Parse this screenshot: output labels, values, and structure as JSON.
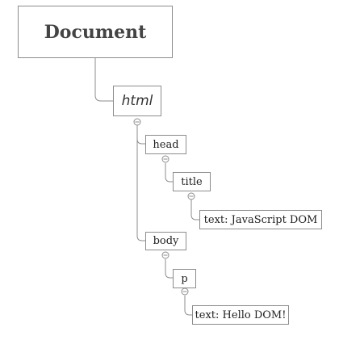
{
  "tree": {
    "root": "Document",
    "html": "html",
    "head": "head",
    "title": "title",
    "title_text": "text: JavaScript DOM",
    "body": "body",
    "p": "p",
    "p_text": "text: Hello DOM!"
  }
}
